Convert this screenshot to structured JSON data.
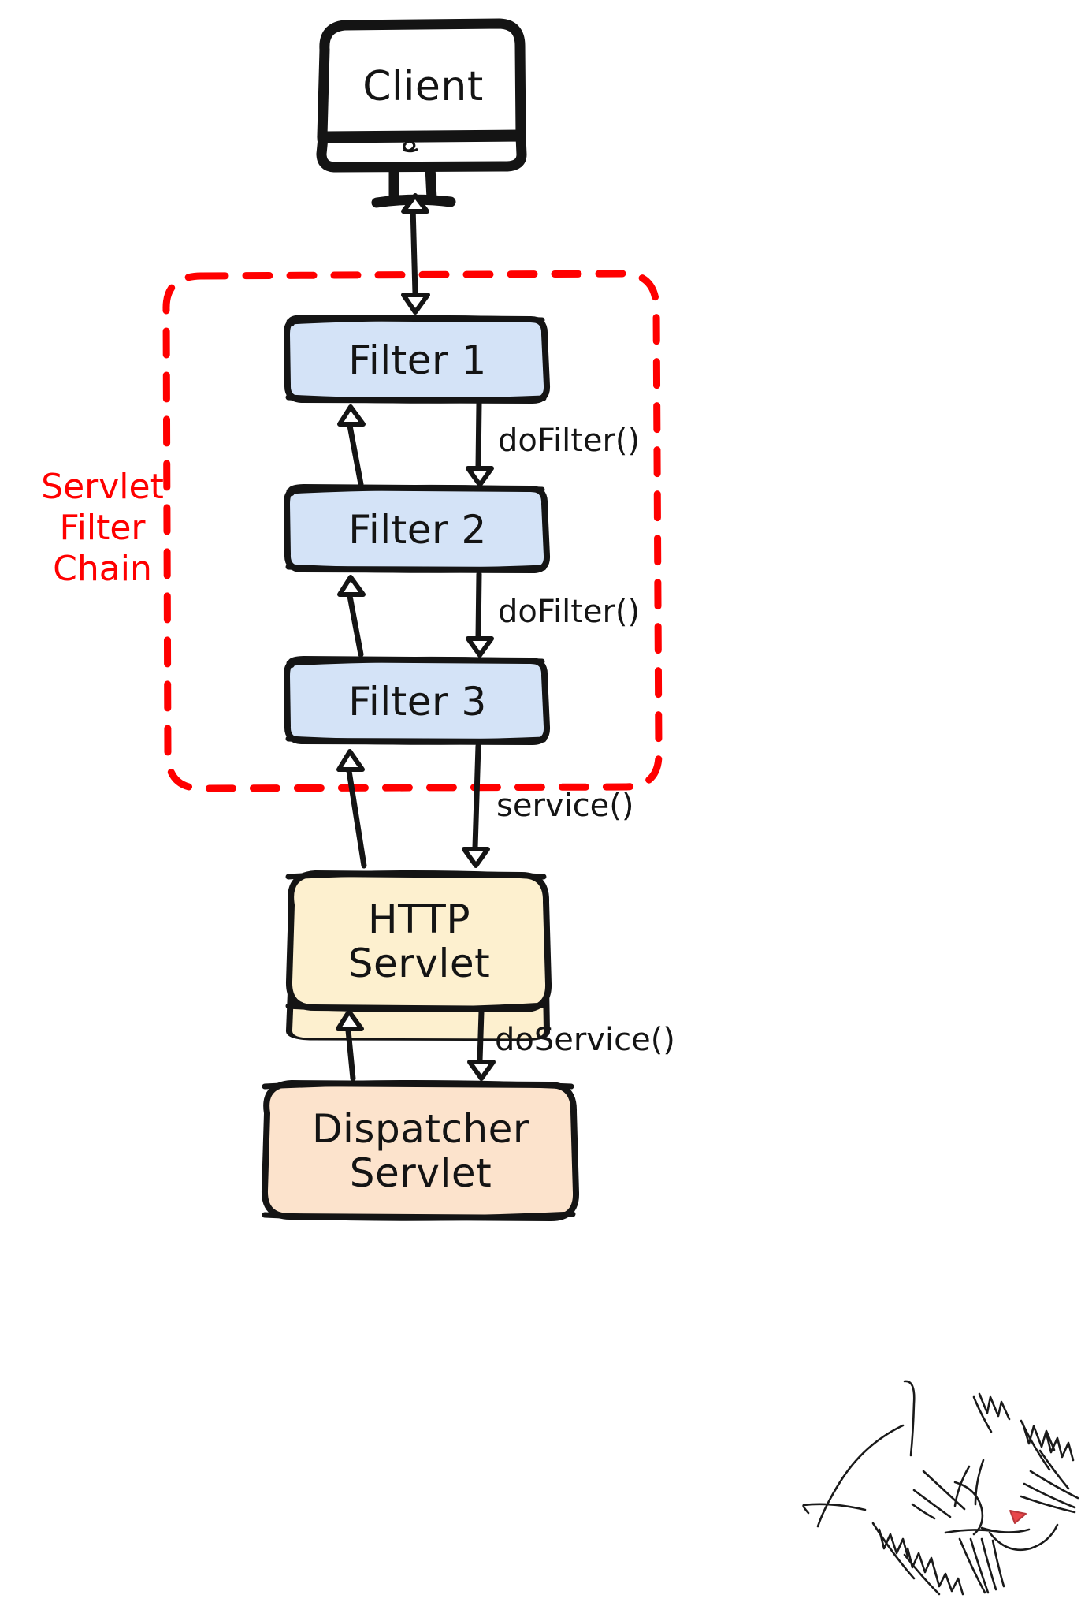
{
  "diagram": {
    "title": "Servlet Filter Chain request flow",
    "background": "#ffffff",
    "stroke_color": "#141414",
    "accent_color": "#FF0000"
  },
  "nodes": {
    "client": {
      "label": "Client",
      "shape": "monitor",
      "fill": "#ffffff",
      "stroke": "#141414"
    },
    "filter1": {
      "label": "Filter 1",
      "shape": "rounded-rect",
      "fill": "#D4E3F7",
      "stroke": "#141414"
    },
    "filter2": {
      "label": "Filter 2",
      "shape": "rounded-rect",
      "fill": "#D4E3F7",
      "stroke": "#141414"
    },
    "filter3": {
      "label": "Filter 3",
      "shape": "rounded-rect",
      "fill": "#D4E3F7",
      "stroke": "#141414"
    },
    "http_servlet": {
      "label": "HTTP\nServlet",
      "shape": "rounded-rect",
      "fill": "#FDF0CF",
      "stroke": "#141414"
    },
    "dispatcher_servlet": {
      "label": "Dispatcher\nServlet",
      "shape": "rounded-rect",
      "fill": "#FCE3CC",
      "stroke": "#141414"
    }
  },
  "group": {
    "label": "Servlet\nFilter\nChain",
    "border_style": "dashed",
    "border_color": "#FF0000"
  },
  "edges": [
    {
      "from": "client",
      "to": "filter1",
      "label": "",
      "direction": "down"
    },
    {
      "from": "filter1",
      "to": "client",
      "label": "",
      "direction": "up"
    },
    {
      "from": "filter1",
      "to": "filter2",
      "label": "doFilter()",
      "direction": "down"
    },
    {
      "from": "filter2",
      "to": "filter1",
      "label": "",
      "direction": "up"
    },
    {
      "from": "filter2",
      "to": "filter3",
      "label": "doFilter()",
      "direction": "down"
    },
    {
      "from": "filter3",
      "to": "filter2",
      "label": "",
      "direction": "up"
    },
    {
      "from": "filter3",
      "to": "http_servlet",
      "label": "service()",
      "direction": "down"
    },
    {
      "from": "http_servlet",
      "to": "filter3",
      "label": "",
      "direction": "up"
    },
    {
      "from": "http_servlet",
      "to": "dispatcher_servlet",
      "label": "doService()",
      "direction": "down"
    },
    {
      "from": "dispatcher_servlet",
      "to": "http_servlet",
      "label": "",
      "direction": "up"
    }
  ],
  "edge_labels": {
    "do_filter_1": "doFilter()",
    "do_filter_2": "doFilter()",
    "service": "service()",
    "do_service": "doService()"
  },
  "decoration": {
    "cat_sketch": {
      "name": "cat-doodle",
      "nose_color": "#E8474B",
      "stroke": "#1a1a1a"
    }
  }
}
